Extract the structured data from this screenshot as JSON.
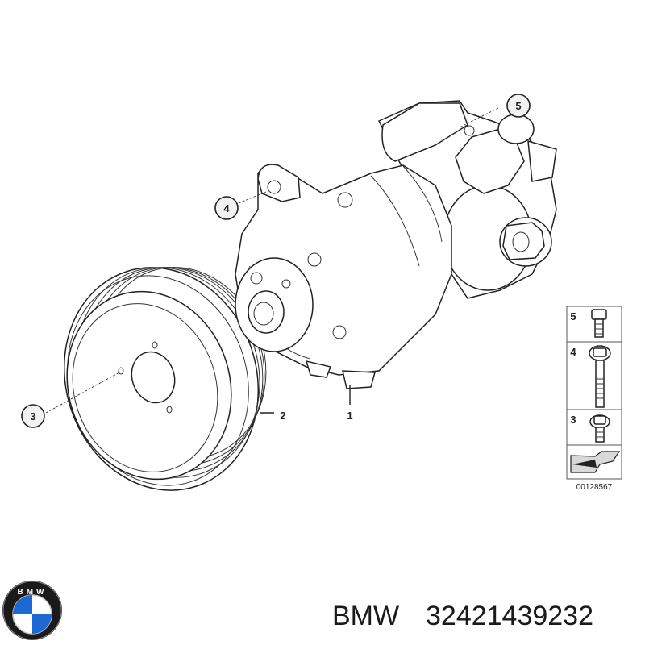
{
  "callouts": {
    "c1": "1",
    "c2": "2",
    "c3": "3",
    "c4": "4",
    "c5": "5"
  },
  "legend": {
    "items": [
      {
        "label": "5"
      },
      {
        "label": "4"
      },
      {
        "label": "3"
      }
    ],
    "code": "00128567"
  },
  "brand": {
    "name": "BMW",
    "part_number": "32421439232",
    "logo_letters": "BMW"
  },
  "colors": {
    "logo_blue": "#1c69d4",
    "logo_ring": "#1a1a1a",
    "line": "#222222"
  }
}
